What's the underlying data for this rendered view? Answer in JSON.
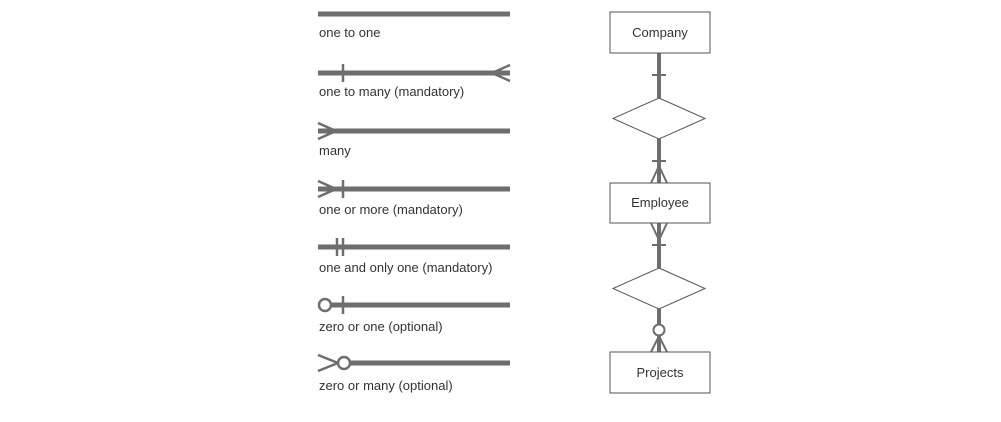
{
  "legend": {
    "items": [
      {
        "name": "one-to-one",
        "label": "one to one"
      },
      {
        "name": "one-to-many-mandatory",
        "label": "one to many (mandatory)"
      },
      {
        "name": "many",
        "label": "many"
      },
      {
        "name": "one-or-more-mandatory",
        "label": "one or more (mandatory)"
      },
      {
        "name": "one-and-only-one-mandatory",
        "label": "one and only one (mandatory)"
      },
      {
        "name": "zero-or-one-optional",
        "label": "zero or one (optional)"
      },
      {
        "name": "zero-or-many-optional",
        "label": "zero or many (optional)"
      }
    ]
  },
  "erd": {
    "entities": {
      "company": "Company",
      "employee": "Employee",
      "projects": "Projects"
    }
  },
  "colors": {
    "line": "#6e6e6e",
    "text": "#333333",
    "box_stroke": "#555555"
  }
}
